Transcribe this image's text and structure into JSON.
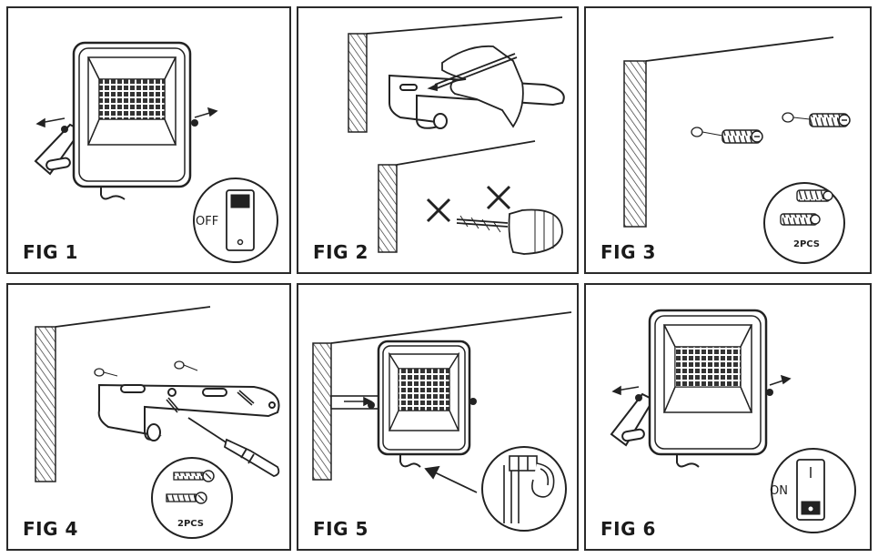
{
  "figures": [
    {
      "label": "FIG 1",
      "switch_state": "OFF"
    },
    {
      "label": "FIG 2"
    },
    {
      "label": "FIG 3",
      "quantity_note": "2PCS"
    },
    {
      "label": "FIG 4",
      "quantity_note": "2PCS"
    },
    {
      "label": "FIG 5"
    },
    {
      "label": "FIG 6",
      "switch_state": "ON"
    }
  ]
}
